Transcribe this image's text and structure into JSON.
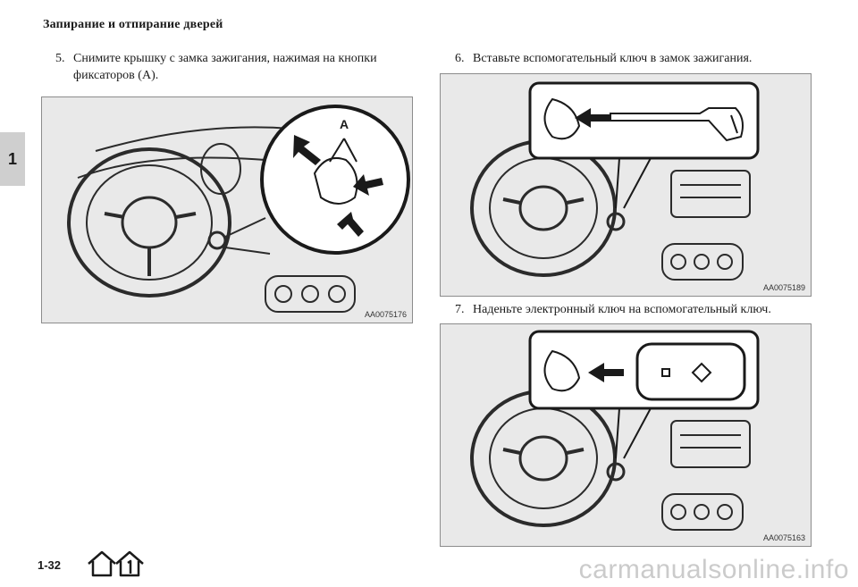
{
  "header": {
    "title": "Запирание и отпирание дверей"
  },
  "chapter": {
    "tab": "1"
  },
  "steps": [
    {
      "num": "5.",
      "line1": "Снимите крышку с замка зажигания, нажимая на кнопки",
      "line2": "фиксаторов (A)."
    },
    {
      "num": "6.",
      "line1": "Вставьте вспомогательный ключ в замок зажигания."
    },
    {
      "num": "7.",
      "line1": "Наденьте электронный ключ на вспомогательный ключ."
    }
  ],
  "figures": [
    {
      "code": "AA0075176",
      "callout": "A"
    },
    {
      "code": "AA0075189"
    },
    {
      "code": "AA0075163"
    }
  ],
  "footer": {
    "page_number": "1-32",
    "icons": [
      "home-icon",
      "home-one-icon"
    ]
  },
  "watermark": "carmanualsonline.info",
  "colors": {
    "figure_bg": "#e9e9e9",
    "tab_bg": "#cfcfcf",
    "ink": "#1a1a1a"
  }
}
